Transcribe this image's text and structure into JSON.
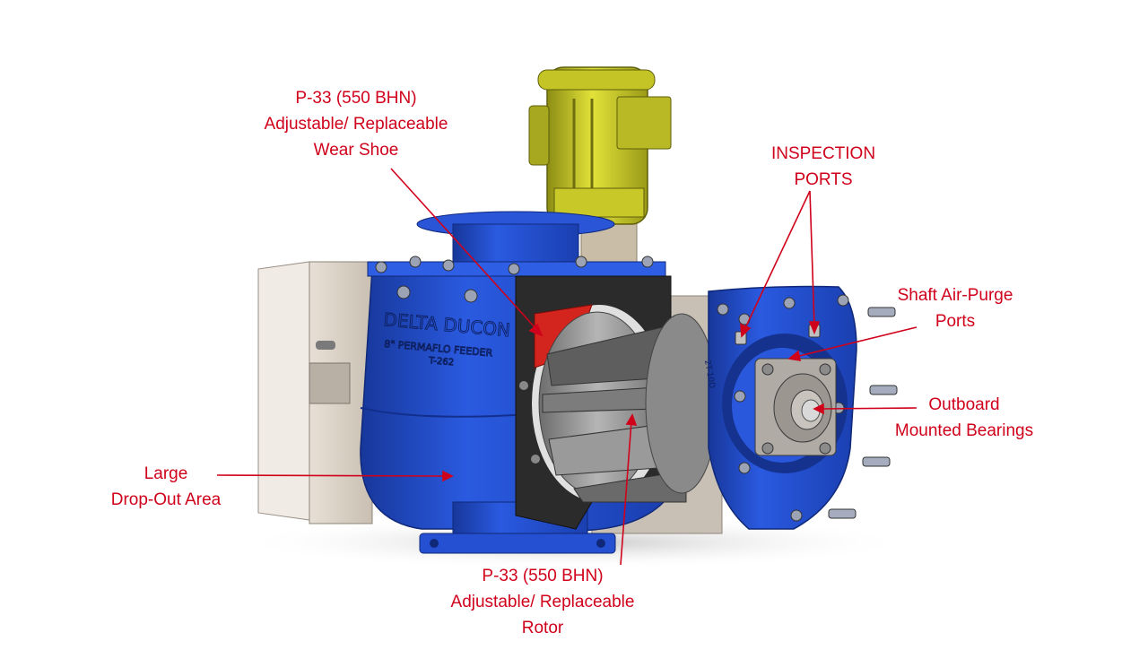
{
  "labels": {
    "wear_shoe": [
      "P-33 (550 BHN)",
      "Adjustable/ Replaceable",
      "Wear Shoe"
    ],
    "inspection_ports": [
      "INSPECTION",
      "PORTS"
    ],
    "shaft_air_purge": [
      "Shaft Air-Purge",
      "Ports"
    ],
    "outboard_bearings": [
      "Outboard",
      "Mounted Bearings"
    ],
    "drop_out": [
      "Large",
      "Drop-Out Area"
    ],
    "rotor": [
      "P-33 (550 BHN)",
      "Adjustable/ Replaceable",
      "Rotor"
    ]
  },
  "nameplate": {
    "line1": "DELTA DUCON",
    "line2": "8\" PERMAFLO FEEDER",
    "line3": "T-262",
    "flange_mark": "2T-10D"
  },
  "colors": {
    "label_red": "#d0021b",
    "housing_blue": "#1f4fd0",
    "motor_yellow": "#d6d62a",
    "rotor_gray": "#8f8f8f",
    "plate_black": "#2a2a2a",
    "box_beige": "#ddd4c8"
  }
}
